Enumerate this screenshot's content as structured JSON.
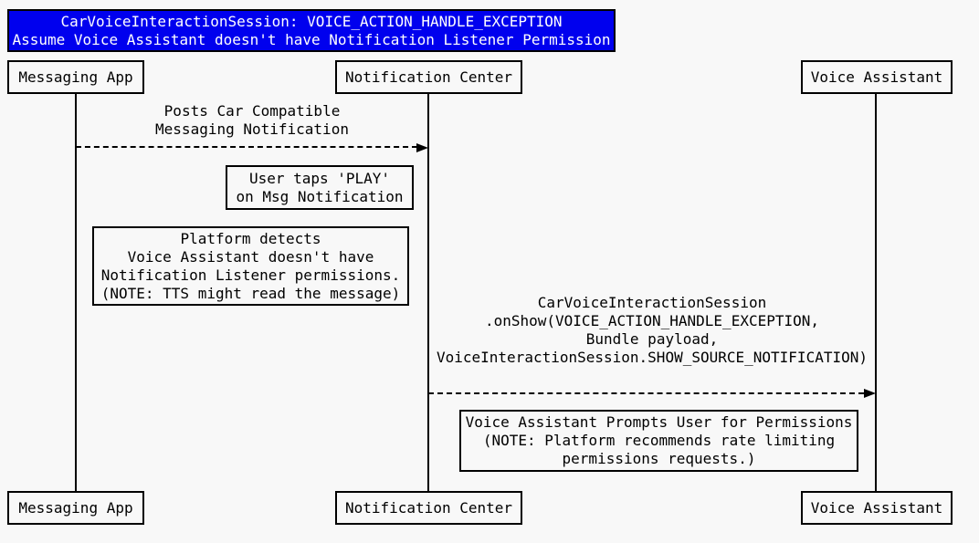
{
  "title": {
    "lines": [
      "CarVoiceInteractionSession: VOICE_ACTION_HANDLE_EXCEPTION",
      "Assume Voice Assistant doesn't have Notification Listener Permission"
    ]
  },
  "actors": [
    {
      "id": "messaging-app",
      "label": "Messaging App"
    },
    {
      "id": "notification-center",
      "label": "Notification Center"
    },
    {
      "id": "voice-assistant",
      "label": "Voice Assistant"
    }
  ],
  "messages": [
    {
      "from": "messaging-app",
      "to": "notification-center",
      "style": "dashed-arrow",
      "lines": [
        "Posts Car Compatible",
        "Messaging Notification"
      ]
    },
    {
      "from": "notification-center",
      "to": "voice-assistant",
      "style": "dashed-arrow",
      "lines": [
        "CarVoiceInteractionSession",
        ".onShow(VOICE_ACTION_HANDLE_EXCEPTION,",
        "Bundle payload,",
        "VoiceInteractionSession.SHOW_SOURCE_NOTIFICATION)"
      ]
    }
  ],
  "notes": [
    {
      "lines": [
        "User taps 'PLAY'",
        "on Msg Notification"
      ]
    },
    {
      "lines": [
        "Platform detects",
        "Voice Assistant doesn't have",
        "Notification Listener permissions.",
        "(NOTE: TTS might read the message)"
      ]
    },
    {
      "lines": [
        "Voice Assistant Prompts User for Permissions",
        "(NOTE: Platform recommends rate limiting",
        "permissions requests.)"
      ]
    }
  ],
  "colors": {
    "background": "#f8f8f8",
    "title_background": "#0000ee",
    "title_text": "#ffffff",
    "line": "#000000",
    "box_background": "#f8f8f8"
  }
}
